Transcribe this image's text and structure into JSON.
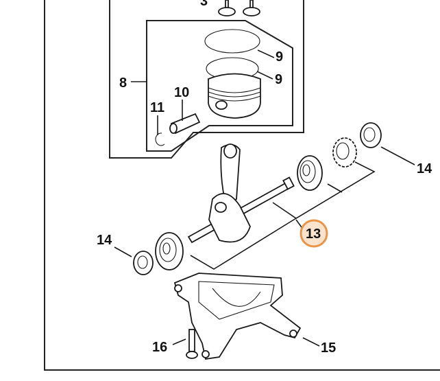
{
  "diagram": {
    "title": "Crankshaft assembly exploded parts diagram",
    "highlight_color": "#e8954a",
    "highlight_fill": "#fbe3cd",
    "labels": [
      {
        "id": "3",
        "text": "3",
        "part": "valves"
      },
      {
        "id": "8",
        "text": "8",
        "part": "piston-group"
      },
      {
        "id": "9a",
        "text": "9",
        "part": "piston-ring-upper"
      },
      {
        "id": "9b",
        "text": "9",
        "part": "piston-ring-lower"
      },
      {
        "id": "10",
        "text": "10",
        "part": "piston-pin"
      },
      {
        "id": "11",
        "text": "11",
        "part": "circlip"
      },
      {
        "id": "13",
        "text": "13",
        "part": "crankshaft-assembly",
        "highlighted": true
      },
      {
        "id": "14a",
        "text": "14",
        "part": "oil-seal-right"
      },
      {
        "id": "14b",
        "text": "14",
        "part": "oil-seal-left"
      },
      {
        "id": "15",
        "text": "15",
        "part": "crankcase"
      },
      {
        "id": "16",
        "text": "16",
        "part": "screw"
      }
    ]
  }
}
